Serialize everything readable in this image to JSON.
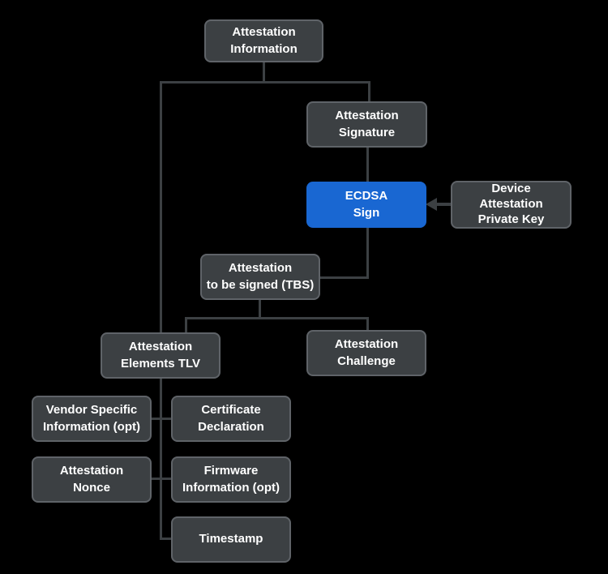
{
  "colors": {
    "bg": "#000000",
    "node_fill": "#3c4043",
    "node_border": "#5f6368",
    "accent": "#1967d2",
    "text": "#ffffff",
    "connector": "#3c4043"
  },
  "nodes": [
    {
      "id": "attestation-information",
      "label": "Attestation\nInformation"
    },
    {
      "id": "attestation-signature",
      "label": "Attestation\nSignature"
    },
    {
      "id": "ecdsa-sign",
      "label": "ECDSA\nSign"
    },
    {
      "id": "device-attestation-private-key",
      "label": "Device\nAttestation\nPrivate Key"
    },
    {
      "id": "attestation-to-be-signed-tbs",
      "label": "Attestation\nto be signed (TBS)"
    },
    {
      "id": "attestation-elements-tlv",
      "label": "Attestation\nElements TLV"
    },
    {
      "id": "attestation-challenge",
      "label": "Attestation\nChallenge"
    },
    {
      "id": "vendor-specific-information",
      "label": "Vendor Specific\nInformation (opt)"
    },
    {
      "id": "certificate-declaration",
      "label": "Certificate\nDeclaration"
    },
    {
      "id": "attestation-nonce",
      "label": "Attestation\nNonce"
    },
    {
      "id": "firmware-information",
      "label": "Firmware\nInformation (opt)"
    },
    {
      "id": "timestamp",
      "label": "Timestamp"
    }
  ]
}
